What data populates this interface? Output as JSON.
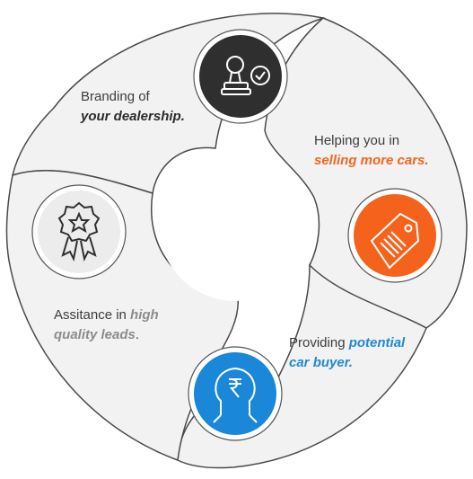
{
  "segments": [
    {
      "id": "branding",
      "line1": "Branding of",
      "highlight": "your dealership.",
      "highlight_color": "#2b2b2b",
      "icon": "stamp-badge-icon",
      "icon_bg": "#2f2f2f"
    },
    {
      "id": "selling",
      "line1": "Helping you in",
      "highlight": "selling more cars.",
      "highlight_color": "#f2661e",
      "icon": "price-tag-icon",
      "icon_bg": "#f4621c"
    },
    {
      "id": "buyer",
      "prefix": "Providing ",
      "highlight_a": "potential",
      "highlight_b": "car buyer.",
      "highlight_color": "#1f8ad4",
      "icon": "rupee-person-icon",
      "icon_bg": "#1b87d8"
    },
    {
      "id": "leads",
      "prefix": "Assitance in ",
      "highlight_a": "high",
      "highlight_b": "quality leads",
      "suffix": ".",
      "highlight_color": "#8c8c8c",
      "icon": "award-ribbon-icon",
      "icon_bg": "#ececec"
    }
  ],
  "colors": {
    "ring_fill": "#f2f2f2",
    "ring_stroke": "#4a4a4a",
    "icon_border": "#555555"
  }
}
